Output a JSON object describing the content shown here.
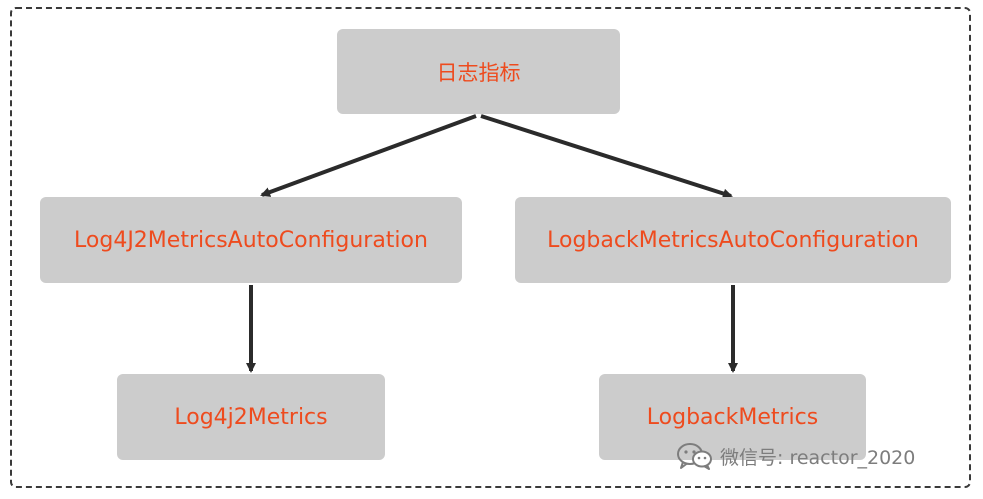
{
  "diagram": {
    "nodes": {
      "root": "日志指标",
      "log4j2_autoconfig": "Log4J2MetricsAutoConfiguration",
      "logback_autoconfig": "LogbackMetricsAutoConfiguration",
      "log4j2_metrics": "Log4j2Metrics",
      "logback_metrics": "LogbackMetrics"
    },
    "edges": [
      {
        "from": "日志指标",
        "to": "Log4J2MetricsAutoConfiguration"
      },
      {
        "from": "日志指标",
        "to": "LogbackMetricsAutoConfiguration"
      },
      {
        "from": "Log4J2MetricsAutoConfiguration",
        "to": "Log4j2Metrics"
      },
      {
        "from": "LogbackMetricsAutoConfiguration",
        "to": "LogbackMetrics"
      }
    ],
    "colors": {
      "node_fill": "#cccccc",
      "node_text": "#ee4b1e",
      "arrow": "#2b2b2b",
      "frame": "#3a3a3a",
      "watermark": "#7d7d7d"
    }
  },
  "watermark": {
    "icon": "wechat-icon",
    "text": "微信号: reactor_2020"
  }
}
